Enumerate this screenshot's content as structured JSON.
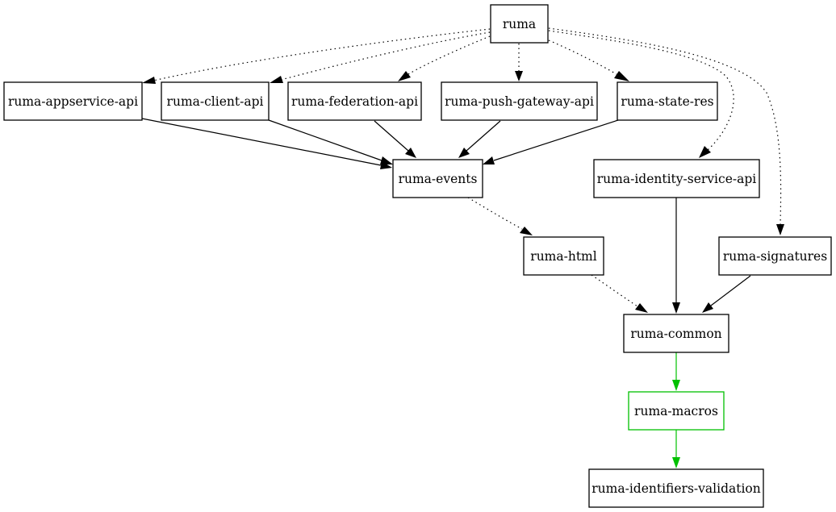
{
  "colors": {
    "default_stroke": "#000000",
    "highlight_stroke": "#00c000",
    "background": "#ffffff"
  },
  "nodes": {
    "ruma": "ruma",
    "appservice": "ruma-appservice-api",
    "client": "ruma-client-api",
    "federation": "ruma-federation-api",
    "push_gateway": "ruma-push-gateway-api",
    "state_res": "ruma-state-res",
    "events": "ruma-events",
    "identity_service": "ruma-identity-service-api",
    "html": "ruma-html",
    "signatures": "ruma-signatures",
    "common": "ruma-common",
    "macros": "ruma-macros",
    "identifiers_validation": "ruma-identifiers-validation"
  },
  "edges": [
    {
      "from": "ruma",
      "to": "appservice",
      "style": "dotted"
    },
    {
      "from": "ruma",
      "to": "client",
      "style": "dotted"
    },
    {
      "from": "ruma",
      "to": "federation",
      "style": "dotted"
    },
    {
      "from": "ruma",
      "to": "push_gateway",
      "style": "dotted"
    },
    {
      "from": "ruma",
      "to": "state_res",
      "style": "dotted"
    },
    {
      "from": "ruma",
      "to": "identity_service",
      "style": "dotted"
    },
    {
      "from": "ruma",
      "to": "signatures",
      "style": "dotted"
    },
    {
      "from": "appservice",
      "to": "events",
      "style": "solid"
    },
    {
      "from": "client",
      "to": "events",
      "style": "solid"
    },
    {
      "from": "federation",
      "to": "events",
      "style": "solid"
    },
    {
      "from": "push_gateway",
      "to": "events",
      "style": "solid"
    },
    {
      "from": "state_res",
      "to": "events",
      "style": "solid"
    },
    {
      "from": "events",
      "to": "html",
      "style": "dotted"
    },
    {
      "from": "html",
      "to": "common",
      "style": "dotted"
    },
    {
      "from": "identity_service",
      "to": "common",
      "style": "solid"
    },
    {
      "from": "signatures",
      "to": "common",
      "style": "solid"
    },
    {
      "from": "common",
      "to": "macros",
      "style": "green"
    },
    {
      "from": "macros",
      "to": "identifiers_validation",
      "style": "green"
    }
  ]
}
